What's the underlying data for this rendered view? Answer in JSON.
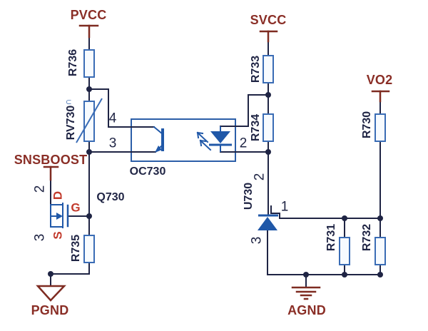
{
  "schematic": {
    "type": "circuit-schematic",
    "background": "white"
  },
  "ports": {
    "pvcc": "PVCC",
    "svcc": "SVCC",
    "vo2": "VO2",
    "snsboost": "SNSBOOST",
    "pgnd": "PGND",
    "agnd": "AGND"
  },
  "designators": {
    "r736": "R736",
    "rv730": "RV730",
    "r735": "R735",
    "r733": "R733",
    "r734": "R734",
    "r730": "R730",
    "r731": "R731",
    "r732": "R732",
    "oc730": "OC730",
    "q730": "Q730",
    "u730": "U730"
  },
  "pins": {
    "oc_4": "4",
    "oc_3": "3",
    "oc_2": "2",
    "q_2": "2",
    "q_3": "3",
    "u_2": "2",
    "u_1": "1",
    "u_3": "3"
  },
  "mosfet_pins": {
    "drain": "D",
    "gate": "G",
    "source": "S"
  },
  "varistor_mark": "∩",
  "colors": {
    "wire": "#1f2444",
    "symbol_blue": "#2058a8",
    "resistor_border": "#3a6cb5",
    "resistor_fill": "#f7fbff",
    "port_red": "#8a2e26",
    "pin_name_red": "#c23a2c",
    "junction_dot": "#1f2444"
  }
}
